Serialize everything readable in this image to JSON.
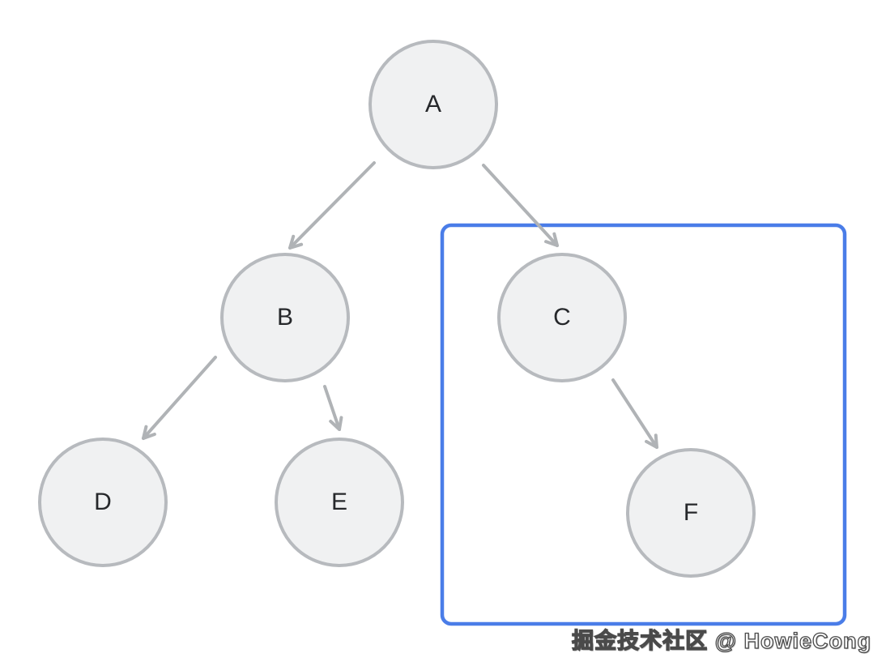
{
  "diagram": {
    "type": "binary-tree",
    "nodes": [
      {
        "id": "A",
        "label": "A"
      },
      {
        "id": "B",
        "label": "B"
      },
      {
        "id": "C",
        "label": "C"
      },
      {
        "id": "D",
        "label": "D"
      },
      {
        "id": "E",
        "label": "E"
      },
      {
        "id": "F",
        "label": "F"
      }
    ],
    "edges": [
      {
        "from": "A",
        "to": "B"
      },
      {
        "from": "A",
        "to": "C"
      },
      {
        "from": "B",
        "to": "D"
      },
      {
        "from": "B",
        "to": "E"
      },
      {
        "from": "C",
        "to": "F"
      }
    ],
    "highlighted_subtree": {
      "nodes": [
        "C",
        "F"
      ]
    }
  },
  "watermark": {
    "text": "掘金技术社区 @ HowieCong"
  },
  "colors": {
    "canvas-bg": "#ffffff",
    "node-fill": "#f0f1f2",
    "node-border": "#b7babe",
    "node-label": "#26282b",
    "arrow": "#b0b3b6",
    "highlight-border": "#4a7de8",
    "watermark-fill": "#ffffff",
    "watermark-outline": "#4a4a4a"
  }
}
